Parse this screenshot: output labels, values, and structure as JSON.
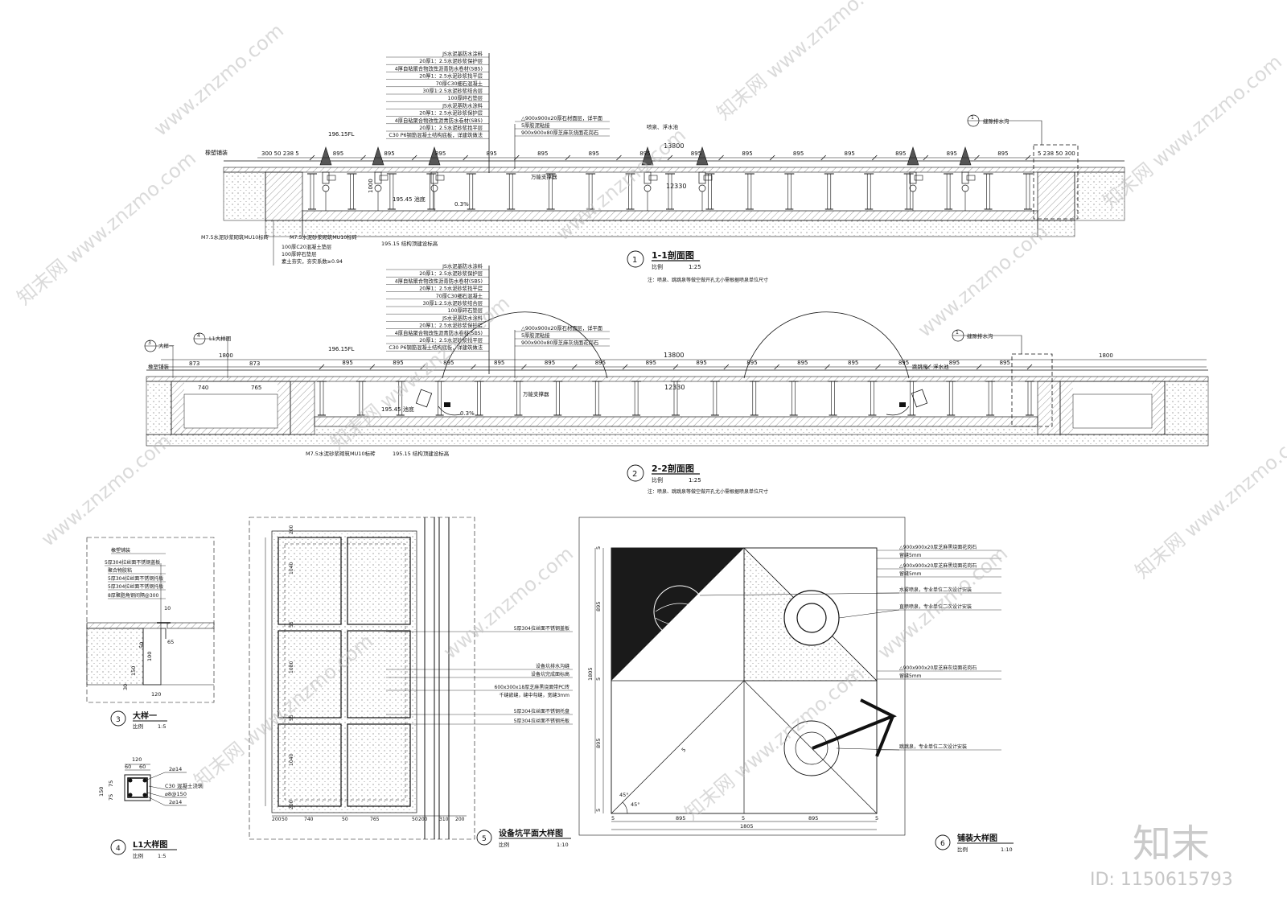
{
  "section1": {
    "callouts": [
      "JS水泥基防水涂料",
      "20厚1：2.5水泥砂浆保护层",
      "4厚自粘聚合物改性沥青防水卷材(SBS)",
      "20厚1：2.5水泥砂浆找平层",
      "70厚C30细石混凝土",
      "30厚1:2.5水泥砂浆结合层",
      "100厚碎石垫层",
      "JS水泥基防水涂料",
      "20厚1：2.5水泥砂浆保护层",
      "4厚自粘聚合物改性沥青防水卷材(SBS)",
      "20厚1：2.5水泥砂浆找平层",
      "C30 P6钢筋混凝土结构底板，详建筑做法"
    ],
    "top_notes": [
      "△900x900x20厚石材面层，详平面",
      "5厚胶泥粘接",
      "900x900x80厚芝麻灰烧面花岗石"
    ],
    "fountain_label": "喷泉、浮水池",
    "detail_ref": "1",
    "detail_ref_text": "缝隙排水沟",
    "left_label": "橡塑铺装",
    "elev_fl": "196.15FL",
    "elev_pool": "195.45 池底",
    "elev_struct": "195.15 结构顶建设标高",
    "slope": "0.3%",
    "dims_top_left": "300  50  238 5",
    "span_dim": "895",
    "total_dim": "13800",
    "inner_dim": "12330",
    "dims_right": "5 238 50  300",
    "height_dim": "1000",
    "bottom_notes": [
      "M7.5水泥砂浆砌筑MU10标砖",
      "M7.5水泥砂浆砌筑MU10标砖",
      "100厚C20混凝土垫层",
      "100厚碎石垫层",
      "素土夯实，夯实系数≥0.94"
    ],
    "steel_label": "万能支撑器",
    "title_num": "1",
    "title": "1-1剖面图",
    "scale_label": "比例",
    "scale": "1:25",
    "note": "注：喷泉、跳跳泉等做空做开孔尤小需根据喷泉单位尺寸"
  },
  "section2": {
    "callouts": [
      "JS水泥基防水涂料",
      "20厚1：2.5水泥砂浆保护层",
      "4厚自粘聚合物改性沥青防水卷材(SBS)",
      "20厚1：2.5水泥砂浆找平层",
      "70厚C30细石混凝土",
      "30厚1:2.5水泥砂浆结合层",
      "100厚碎石垫层",
      "JS水泥基防水涂料",
      "20厚1：2.5水泥砂浆保护层",
      "4厚自粘聚合物改性沥青防水卷材(SBS)",
      "20厚1：2.5水泥砂浆找平层",
      "C30 P6钢筋混凝土结构底板，详建筑做法"
    ],
    "top_notes": [
      "△900x900x20厚石材面层，详平面",
      "5厚胶泥粘接",
      "900x900x80厚芝麻灰烧面花岗石"
    ],
    "left_ref3": "3",
    "left_ref3_text": "大样一",
    "left_ref4": "4",
    "left_ref4_text": "L1大样图",
    "left_label": "橡塑铺装",
    "dim_1800_left": "1800",
    "dim_1800_right": "1800",
    "dim_873": "873",
    "dim_740": "740",
    "dim_765": "765",
    "right_label": "跳跳泉、浮水池",
    "detail_ref": "1",
    "detail_ref_text": "缝隙排水沟",
    "elev_fl": "196.15FL",
    "elev_pool": "195.45 池底",
    "elev_struct": "195.15 结构顶建设标高",
    "total_dim": "13800",
    "inner_dim": "12330",
    "span_dim": "895",
    "slope": "0.3%",
    "bottom_note": "M7.5水泥砂浆砌筑MU10标砖",
    "steel_label": "万能支撑器",
    "title_num": "2",
    "title": "2-2剖面图",
    "scale_label": "比例",
    "scale": "1:25",
    "note": "注：喷泉、跳跳泉等做空做开孔尤小需根据喷泉单位尺寸"
  },
  "detail3": {
    "labels": [
      "橡塑铺装",
      "5厚304拉丝面不锈钢盖板",
      "聚合物胶粘",
      "5厚304拉丝面不锈钢托板",
      "5厚304拉丝面不锈钢托板",
      "8厚聚脂角钢间隔@300"
    ],
    "dims": [
      "10",
      "50",
      "65",
      "150",
      "100",
      "120",
      "30",
      "50"
    ],
    "title_num": "3",
    "title": "大样一",
    "scale_label": "比例",
    "scale": "1:5"
  },
  "detail4": {
    "dims_top": [
      "120",
      "60",
      "60"
    ],
    "dims_side": [
      "75",
      "75",
      "150"
    ],
    "labels": [
      "2⌀14",
      "C30 混凝土浇筑",
      "⌀8@150",
      "2⌀14"
    ],
    "title_num": "4",
    "title": "L1大样图",
    "scale_label": "比例",
    "scale": "1:5"
  },
  "detail5": {
    "labels": [
      "5厚304拉丝面不锈钢盖板",
      "设备坑排水沟缝",
      "设备坑完成面标高",
      "600x300x18厚芝麻黑烧面带PC砖",
      "千缝嵌缝，缝中勾缝，宽缝3mm",
      "5厚304拉丝面不锈钢托盘",
      "5厚304拉丝面不锈钢托板"
    ],
    "dims_side": [
      "200",
      "1040",
      "55",
      "1080",
      "55",
      "1040",
      "200"
    ],
    "dims_bottom": [
      "200",
      "50",
      "740",
      "50",
      "765",
      "50",
      "200",
      "310",
      "200"
    ],
    "title_num": "5",
    "title": "设备坑平面大样图",
    "scale_label": "比例",
    "scale": "1:10"
  },
  "detail6": {
    "labels": [
      "△900x900x20厚芝麻黑烧面花岗石",
      "留缝5mm",
      "△900x900x20厚芝麻黑烧面花岗石",
      "留缝5mm",
      "水雾喷泉，专业单位二次设计安装",
      "直喷喷泉，专业单位二次设计安装",
      "△900x900x20厚芝麻灰烧面花岗石",
      "留缝5mm",
      "跳跳泉，专业单位二次设计安装"
    ],
    "dims_left": [
      "5",
      "895",
      "5",
      "1805",
      "895",
      "5"
    ],
    "dims_bottom": [
      "5",
      "895",
      "5",
      "895",
      "5",
      "1805"
    ],
    "angle": "45°",
    "title_num": "6",
    "title": "铺装大样图",
    "scale_label": "比例",
    "scale": "1:10"
  },
  "watermark": {
    "brand_cn": "知末",
    "id_text": "ID: 1150615793",
    "url": "www.znzmo.com",
    "brand_small": "知末网"
  }
}
